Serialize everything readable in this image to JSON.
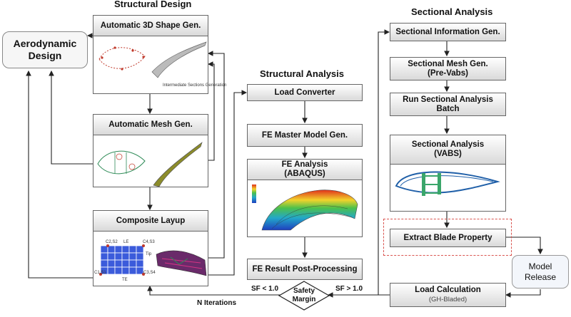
{
  "titles": {
    "structural_design": "Structural Design",
    "structural_analysis": "Structural Analysis",
    "sectional_analysis": "Sectional Analysis"
  },
  "aero_design": "Aerodynamic Design",
  "structural_design": {
    "shape": "Automatic 3D Shape Gen.",
    "shape_caption": "Intermediate Sections Generation",
    "mesh": "Automatic Mesh Gen.",
    "layup": "Composite Layup"
  },
  "structural_analysis": {
    "load_converter": "Load Converter",
    "fe_master": "FE Master Model Gen.",
    "fe_analysis": "FE Analysis\n(ABAQUS)",
    "fe_post": "FE Result Post-Processing"
  },
  "sectional_analysis": {
    "info": "Sectional Information Gen.",
    "mesh": "Sectional Mesh Gen.\n(Pre-Vabs)",
    "batch": "Run Sectional Analysis\nBatch",
    "vabs": "Sectional Analysis\n(VABS)",
    "extract": "Extract Blade Property"
  },
  "model_release": "Model\nRelease",
  "load_calc": {
    "title": "Load Calculation",
    "sub": "(GH-Bladed)"
  },
  "safety": "Safety\nMargin",
  "labels": {
    "sf_low": "SF < 1.0",
    "sf_high": "SF > 1.0",
    "iterations": "N Iterations"
  },
  "layup_labels": {
    "c2s2": "C2,S2",
    "le": "LE",
    "c4s3": "C4,S3",
    "tip": "Tip",
    "c1s1": "C1,S1",
    "c3s4": "C3,S4",
    "te": "TE"
  },
  "colors": {
    "vabs_spar": "#3aa66a",
    "section": "#1f5fa8",
    "blade": "#7a7a2a",
    "dashed": "#d9534f"
  }
}
